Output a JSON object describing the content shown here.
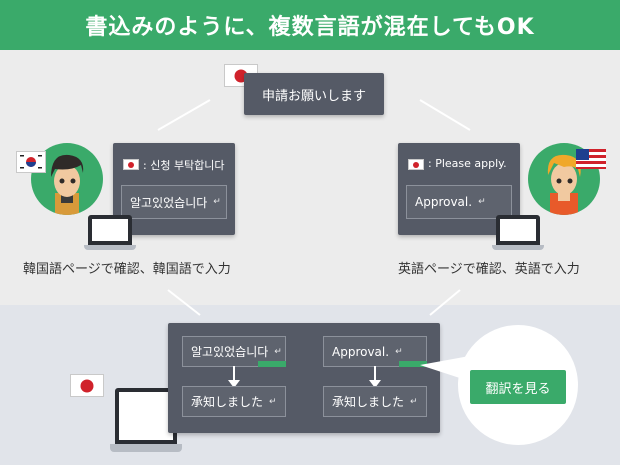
{
  "banner": {
    "title": "書込みのように、複数言語が混在してもOK"
  },
  "colors": {
    "accent": "#3aaa6a",
    "panel": "#555a66",
    "flag_red": "#d0222b"
  },
  "top_message": {
    "text": "申請お願いします"
  },
  "korean_user": {
    "header_prefix": ": ",
    "header_text": "신청 부탁합니다",
    "reply": "알고있었습니다",
    "caption": "韓国語ページで確認、韓国語で入力"
  },
  "english_user": {
    "header_prefix": ": ",
    "header_text": "Please apply.",
    "reply": "Approval.",
    "caption": "英語ページで確認、英語で入力"
  },
  "bottom_panel": {
    "left_original": "알고있었습니다",
    "left_translated": "承知しました",
    "right_original": "Approval.",
    "right_translated": "承知しました"
  },
  "translate_button": {
    "label": "翻訳を見る"
  },
  "return_glyph": "↵",
  "icons": [
    "japan-flag-icon",
    "korea-flag-icon",
    "usa-flag-icon",
    "laptop-icon",
    "down-arrow-icon",
    "return-icon",
    "user-avatar-icon"
  ]
}
